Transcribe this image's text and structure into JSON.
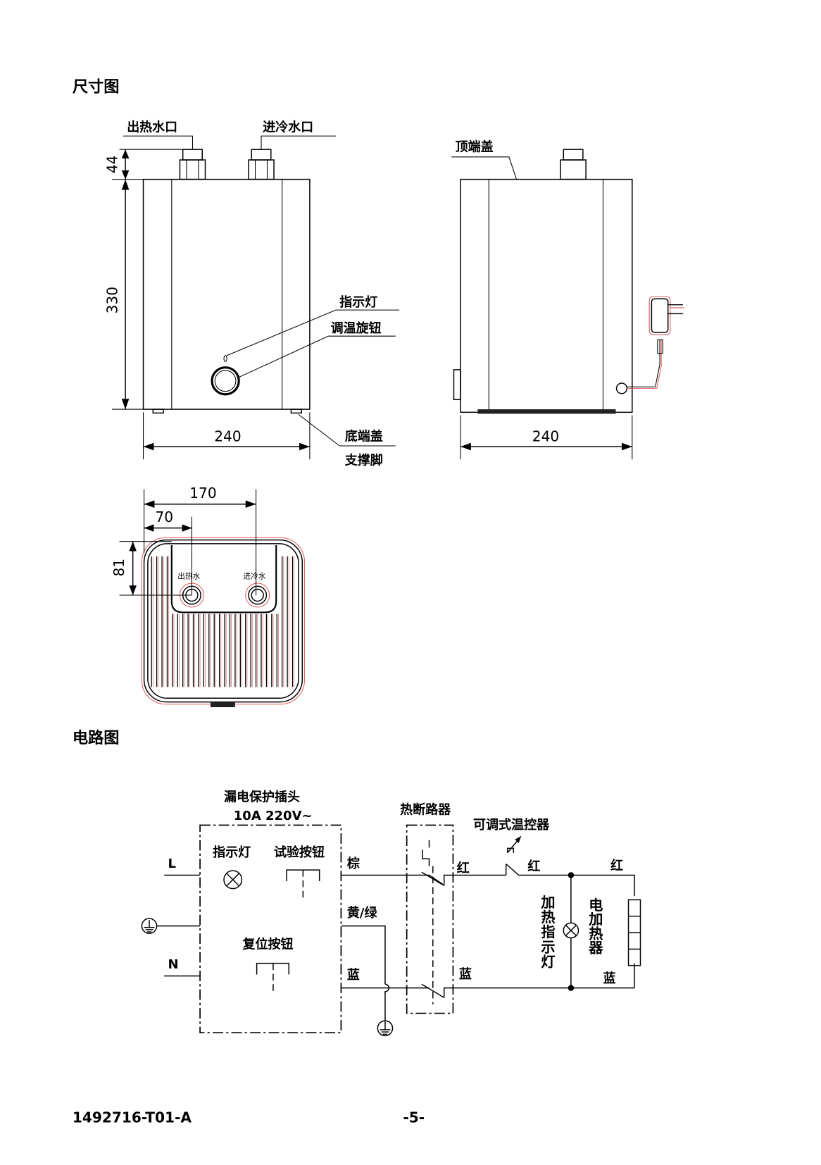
{
  "sections": {
    "dimensions_title": "尺寸图",
    "circuit_title": "电路图"
  },
  "front_view": {
    "hot_outlet": "出热水口",
    "cold_inlet": "进冷水口",
    "indicator": "指示灯",
    "temp_knob": "调温旋钮",
    "bottom_cover": "底端盖",
    "support_foot": "支撑脚",
    "dim_top": "44",
    "dim_height": "330",
    "dim_width": "240"
  },
  "side_view": {
    "top_cover": "顶端盖",
    "dim_width": "240"
  },
  "bottom_view": {
    "dim_170": "170",
    "dim_70": "70",
    "dim_81": "81",
    "hot_label": "出热水",
    "cold_label": "进冷水"
  },
  "circuit": {
    "plug_title": "漏电保护插头",
    "plug_rating": "10A 220V~",
    "L": "L",
    "N": "N",
    "indicator": "指示灯",
    "test_button": "试验按钮",
    "reset_button": "复位按钮",
    "brown": "棕",
    "yellow_green": "黄/绿",
    "blue1": "蓝",
    "thermal_cutoff": "热断路器",
    "thermostat": "可调式温控器",
    "red1": "红",
    "red2": "红",
    "red3": "红",
    "blue2": "蓝",
    "blue3": "蓝",
    "heat_indicator": "加热指示灯",
    "heater": "电加热器"
  },
  "footer": {
    "doc_number": "1492716-T01-A",
    "page": "-5-"
  }
}
